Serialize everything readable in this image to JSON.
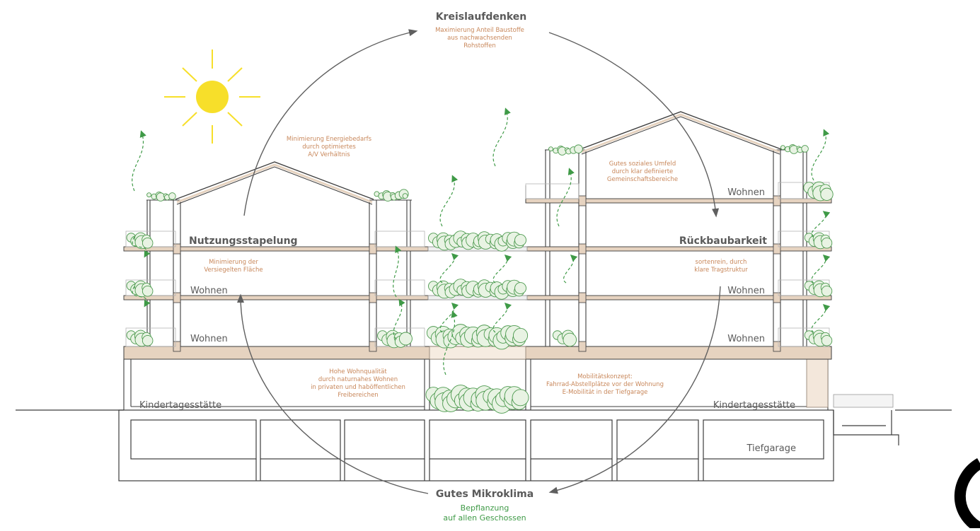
{
  "headings": {
    "kreislauf": "Kreislaufdenken",
    "stapelung": "Nutzungsstapelung",
    "rueckbau": "Rückbaubarkeit",
    "mikroklima": "Gutes Mikroklima"
  },
  "notes": {
    "kreislauf": [
      "Maximierung Anteil Baustoffe",
      "aus nachwachsenden",
      "Rohstoffen"
    ],
    "energie": [
      "Minimierung Energiebedarfs",
      "durch optimiertes",
      "A/V Verhältnis"
    ],
    "umfeld": [
      "Gutes soziales Umfeld",
      "durch klar definierte",
      "Gemeinschaftsbereiche"
    ],
    "versiegelung": [
      "Minimierung der",
      "Versiegelten Fläche"
    ],
    "tragstruktur": [
      "sortenrein, durch",
      "klare Tragstruktur"
    ],
    "wohnqualitaet": [
      "Hohe Wohnqualität",
      "durch naturnahes Wohnen",
      "in privaten und haböffentlichen",
      "Freibereichen"
    ],
    "mobilitaet": [
      "Mobilitätskonzept:",
      "Fahrrad-Abstellplätze vor der Wohnung",
      "E-Mobilität in der Tiefgarage"
    ]
  },
  "mikroklima_sub": [
    "Bepflanzung",
    "auf allen Geschossen"
  ],
  "rooms": {
    "wohnen": "Wohnen",
    "kita": "Kindertagesstätte",
    "tiefgarage": "Tiefgarage"
  },
  "colors": {
    "line": "#3c3c3c",
    "slab": "#e6d3c0",
    "note": "#c8875a",
    "green": "#3f9a47",
    "sun": "#f7df2a",
    "arrow": "#5f5f5f"
  }
}
